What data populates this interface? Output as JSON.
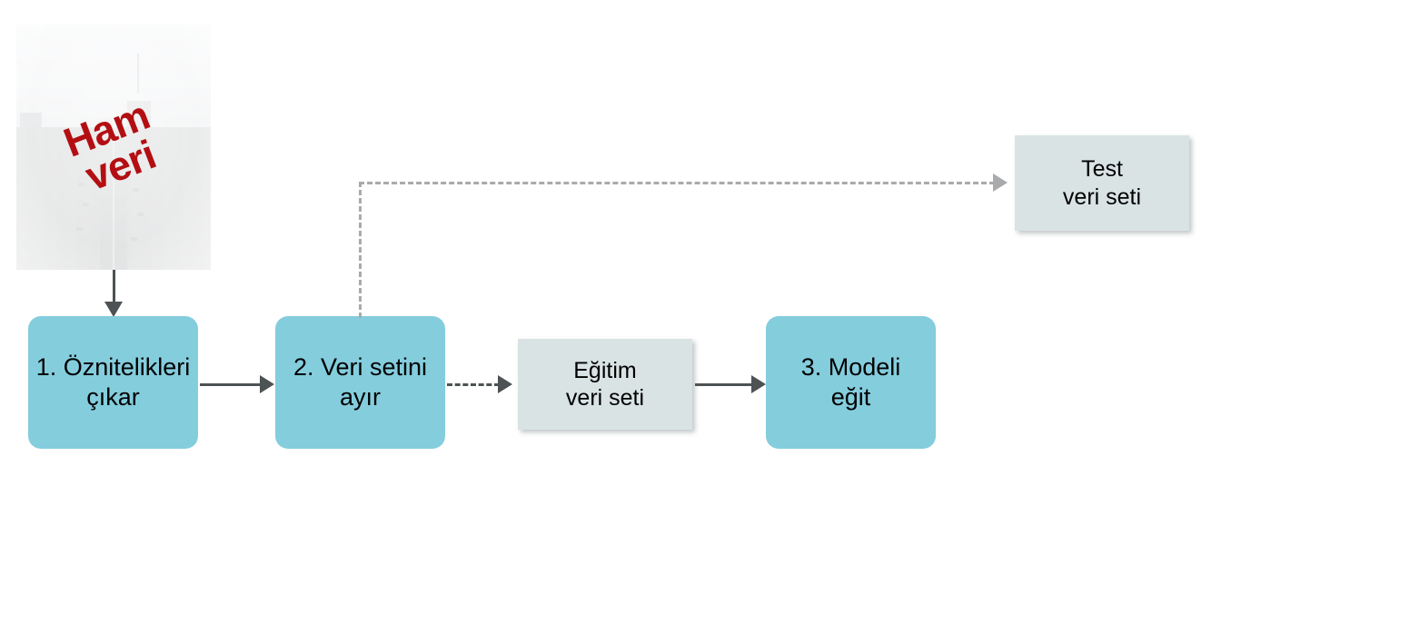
{
  "diagram": {
    "title_text_in_image": "Ham veri",
    "photo": {
      "overlay_label": "Ham\nveri",
      "overlay_color": "#b30f13",
      "alt_description": "blurred washed-out city street photo"
    },
    "nodes": [
      {
        "id": "extract-features",
        "label": "1. Öznitelikleri\nçıkar",
        "kind": "process",
        "color": "#84cddd"
      },
      {
        "id": "split-dataset",
        "label": "2. Veri setini\nayır",
        "kind": "process",
        "color": "#84cddd"
      },
      {
        "id": "training-set",
        "label": "Eğitim\nveri seti",
        "kind": "dataset",
        "color": "#d9e3e4"
      },
      {
        "id": "train-model",
        "label": "3. Modeli\neğit",
        "kind": "process",
        "color": "#84cddd"
      },
      {
        "id": "test-set",
        "label": "Test\nveri seti",
        "kind": "dataset",
        "color": "#d9e3e4"
      }
    ],
    "edges": [
      {
        "from": "raw-data-photo",
        "to": "extract-features",
        "style": "solid",
        "color": "#4d5254"
      },
      {
        "from": "extract-features",
        "to": "split-dataset",
        "style": "solid",
        "color": "#4d5254"
      },
      {
        "from": "split-dataset",
        "to": "training-set",
        "style": "dashed",
        "color": "#4d5254"
      },
      {
        "from": "training-set",
        "to": "train-model",
        "style": "solid",
        "color": "#4d5254"
      },
      {
        "from": "split-dataset",
        "to": "test-set",
        "style": "dashed",
        "color": "#a9aaac"
      }
    ]
  }
}
